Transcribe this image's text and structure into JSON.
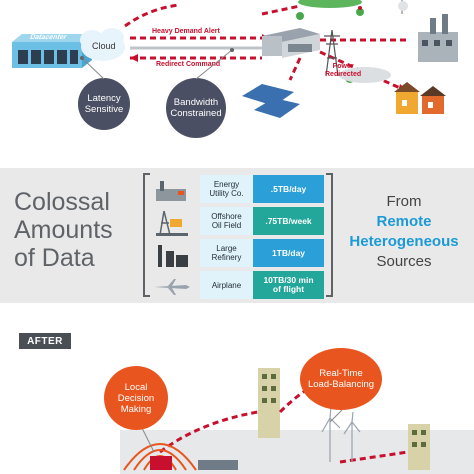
{
  "top": {
    "datacenter_label": "Datacenter",
    "cloud_label": "Cloud",
    "heavy_demand": "Heavy Demand Alert",
    "redirect_command": "Redirect Command",
    "power_redirected": "Power\nRedirected",
    "latency": "Latency\nSensitive",
    "bandwidth": "Bandwidth\nConstrained"
  },
  "middle": {
    "headline": "Colossal\nAmounts\nof Data",
    "sources": [
      {
        "name": "Energy\nUtility Co.",
        "rate": ".5TB/day",
        "color": "#2a9fd8"
      },
      {
        "name": "Offshore\nOil Field",
        "rate": ".75TB/week",
        "color": "#22a79a"
      },
      {
        "name": "Large\nRefinery",
        "rate": "1TB/day",
        "color": "#2a9fd8"
      },
      {
        "name": "Airplane",
        "rate": "10TB/30 min\nof flight",
        "color": "#22a79a"
      }
    ],
    "from": "From",
    "remote": "Remote",
    "heterogeneous": "Heterogeneous",
    "sources_word": "Sources"
  },
  "bottom": {
    "after_label": "AFTER",
    "local_decision": "Local\nDecision\nMaking",
    "realtime": "Real-Time\nLoad-Balancing"
  },
  "colors": {
    "alert_red": "#c8102e",
    "circle_dark": "#4a4f63",
    "orange": "#e9551e",
    "blue": "#2a9fd8",
    "teal": "#22a79a"
  }
}
